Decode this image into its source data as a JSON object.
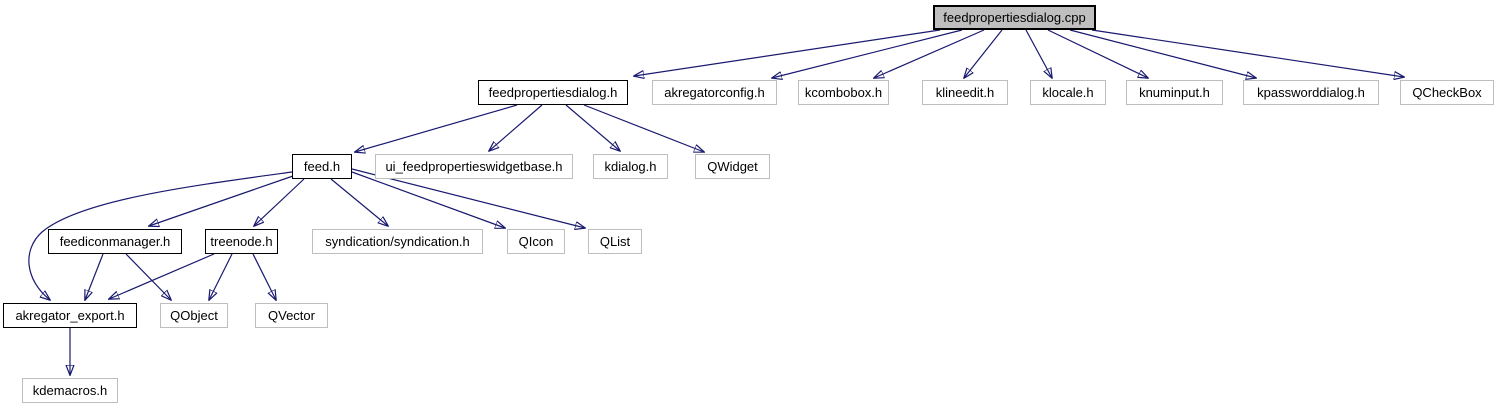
{
  "graph": {
    "colors": {
      "edge": "#191970",
      "root_fill": "#bfbfbf",
      "linked_node_border": "#000000",
      "plain_node_border": "#bebebe",
      "text": "#000000",
      "background": "#ffffff"
    }
  },
  "nodes": {
    "cpp": {
      "label": "feedpropertiesdialog.cpp"
    },
    "fpd_h": {
      "label": "feedpropertiesdialog.h"
    },
    "akregatorconfig": {
      "label": "akregatorconfig.h"
    },
    "kcombobox": {
      "label": "kcombobox.h"
    },
    "klineedit": {
      "label": "klineedit.h"
    },
    "klocale": {
      "label": "klocale.h"
    },
    "knuminput": {
      "label": "knuminput.h"
    },
    "kpassworddialog": {
      "label": "kpassworddialog.h"
    },
    "qcheckbox": {
      "label": "QCheckBox"
    },
    "feed": {
      "label": "feed.h"
    },
    "uifpwb": {
      "label": "ui_feedpropertieswidgetbase.h"
    },
    "kdialog": {
      "label": "kdialog.h"
    },
    "qwidget": {
      "label": "QWidget"
    },
    "feediconmanager": {
      "label": "feediconmanager.h"
    },
    "treenode": {
      "label": "treenode.h"
    },
    "syndication": {
      "label": "syndication/syndication.h"
    },
    "qicon": {
      "label": "QIcon"
    },
    "qlist": {
      "label": "QList"
    },
    "akregator_export": {
      "label": "akregator_export.h"
    },
    "qobject": {
      "label": "QObject"
    },
    "qvector": {
      "label": "QVector"
    },
    "kdemacros": {
      "label": "kdemacros.h"
    }
  },
  "edges": [
    {
      "from": "feedpropertiesdialog.cpp",
      "to": "feedpropertiesdialog.h"
    },
    {
      "from": "feedpropertiesdialog.cpp",
      "to": "akregatorconfig.h"
    },
    {
      "from": "feedpropertiesdialog.cpp",
      "to": "kcombobox.h"
    },
    {
      "from": "feedpropertiesdialog.cpp",
      "to": "klineedit.h"
    },
    {
      "from": "feedpropertiesdialog.cpp",
      "to": "klocale.h"
    },
    {
      "from": "feedpropertiesdialog.cpp",
      "to": "knuminput.h"
    },
    {
      "from": "feedpropertiesdialog.cpp",
      "to": "kpassworddialog.h"
    },
    {
      "from": "feedpropertiesdialog.cpp",
      "to": "QCheckBox"
    },
    {
      "from": "feedpropertiesdialog.h",
      "to": "feed.h"
    },
    {
      "from": "feedpropertiesdialog.h",
      "to": "ui_feedpropertieswidgetbase.h"
    },
    {
      "from": "feedpropertiesdialog.h",
      "to": "kdialog.h"
    },
    {
      "from": "feedpropertiesdialog.h",
      "to": "QWidget"
    },
    {
      "from": "feed.h",
      "to": "feediconmanager.h"
    },
    {
      "from": "feed.h",
      "to": "treenode.h"
    },
    {
      "from": "feed.h",
      "to": "syndication/syndication.h"
    },
    {
      "from": "feed.h",
      "to": "QIcon"
    },
    {
      "from": "feed.h",
      "to": "QList"
    },
    {
      "from": "feed.h",
      "to": "akregator_export.h"
    },
    {
      "from": "feediconmanager.h",
      "to": "akregator_export.h"
    },
    {
      "from": "feediconmanager.h",
      "to": "QObject"
    },
    {
      "from": "treenode.h",
      "to": "akregator_export.h"
    },
    {
      "from": "treenode.h",
      "to": "QObject"
    },
    {
      "from": "treenode.h",
      "to": "QVector"
    },
    {
      "from": "akregator_export.h",
      "to": "kdemacros.h"
    }
  ]
}
